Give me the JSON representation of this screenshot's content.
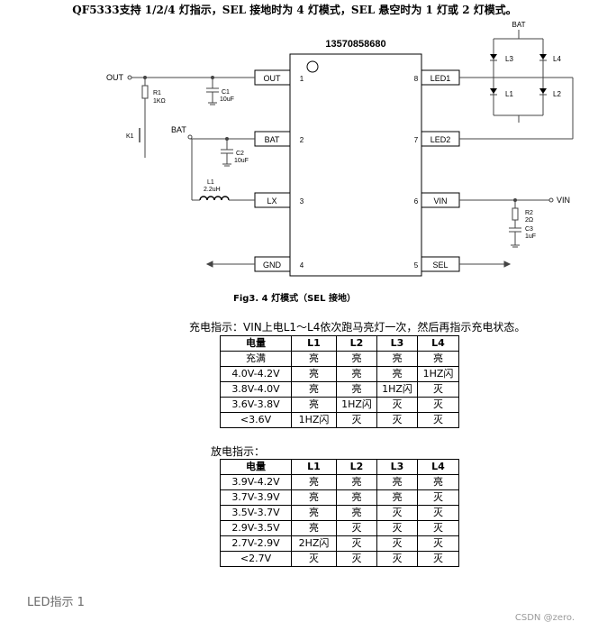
{
  "title": "QF5333支持 1/2/4 灯指示，SEL 接地时为 4 灯模式，SEL 悬空时为 1 灯或 2 灯模式。",
  "schematic": {
    "chip_label": "13570858680",
    "pins": [
      {
        "name": "OUT",
        "num": "1"
      },
      {
        "name": "BAT",
        "num": "2"
      },
      {
        "name": "LX",
        "num": "3"
      },
      {
        "name": "GND",
        "num": "4"
      },
      {
        "name": "SEL",
        "num": "5"
      },
      {
        "name": "VIN",
        "num": "6"
      },
      {
        "name": "LED2",
        "num": "7"
      },
      {
        "name": "LED1",
        "num": "8"
      }
    ],
    "labels": {
      "out_net": "OUT",
      "bat_net": "BAT",
      "bat_top": "BAT",
      "vin_net": "VIN",
      "r1": "R1",
      "r1_val": "1KΩ",
      "c1": "C1",
      "c1_val": "10uF",
      "k1": "K1",
      "c2": "C2",
      "c2_val": "10uF",
      "l1": "L1",
      "l1_val": "2.2uH",
      "r2": "R2",
      "r2_val": "2Ω",
      "c3": "C3",
      "c3_val": "1uF",
      "l1_led": "L1",
      "l2_led": "L2",
      "l3_led": "L3",
      "l4_led": "L4"
    }
  },
  "fig_caption": "Fig3.   4 灯模式（SEL 接地）",
  "charge": {
    "heading": "充电指示：VIN上电L1～L4依次跑马亮灯一次，然后再指示充电状态。",
    "headers": [
      "电量",
      "L1",
      "L2",
      "L3",
      "L4"
    ],
    "rows": [
      [
        "充满",
        "亮",
        "亮",
        "亮",
        "亮"
      ],
      [
        "4.0V-4.2V",
        "亮",
        "亮",
        "亮",
        "1HZ闪"
      ],
      [
        "3.8V-4.0V",
        "亮",
        "亮",
        "1HZ闪",
        "灭"
      ],
      [
        "3.6V-3.8V",
        "亮",
        "1HZ闪",
        "灭",
        "灭"
      ],
      [
        "<3.6V",
        "1HZ闪",
        "灭",
        "灭",
        "灭"
      ]
    ]
  },
  "discharge": {
    "heading": "放电指示：",
    "headers": [
      "电量",
      "L1",
      "L2",
      "L3",
      "L4"
    ],
    "rows": [
      [
        "3.9V-4.2V",
        "亮",
        "亮",
        "亮",
        "亮"
      ],
      [
        "3.7V-3.9V",
        "亮",
        "亮",
        "亮",
        "灭"
      ],
      [
        "3.5V-3.7V",
        "亮",
        "亮",
        "灭",
        "灭"
      ],
      [
        "2.9V-3.5V",
        "亮",
        "灭",
        "灭",
        "灭"
      ],
      [
        "2.7V-2.9V",
        "2HZ闪",
        "灭",
        "灭",
        "灭"
      ],
      [
        "<2.7V",
        "灭",
        "灭",
        "灭",
        "灭"
      ]
    ]
  },
  "footer_label": "LED指示 1",
  "watermark": "CSDN @zero."
}
